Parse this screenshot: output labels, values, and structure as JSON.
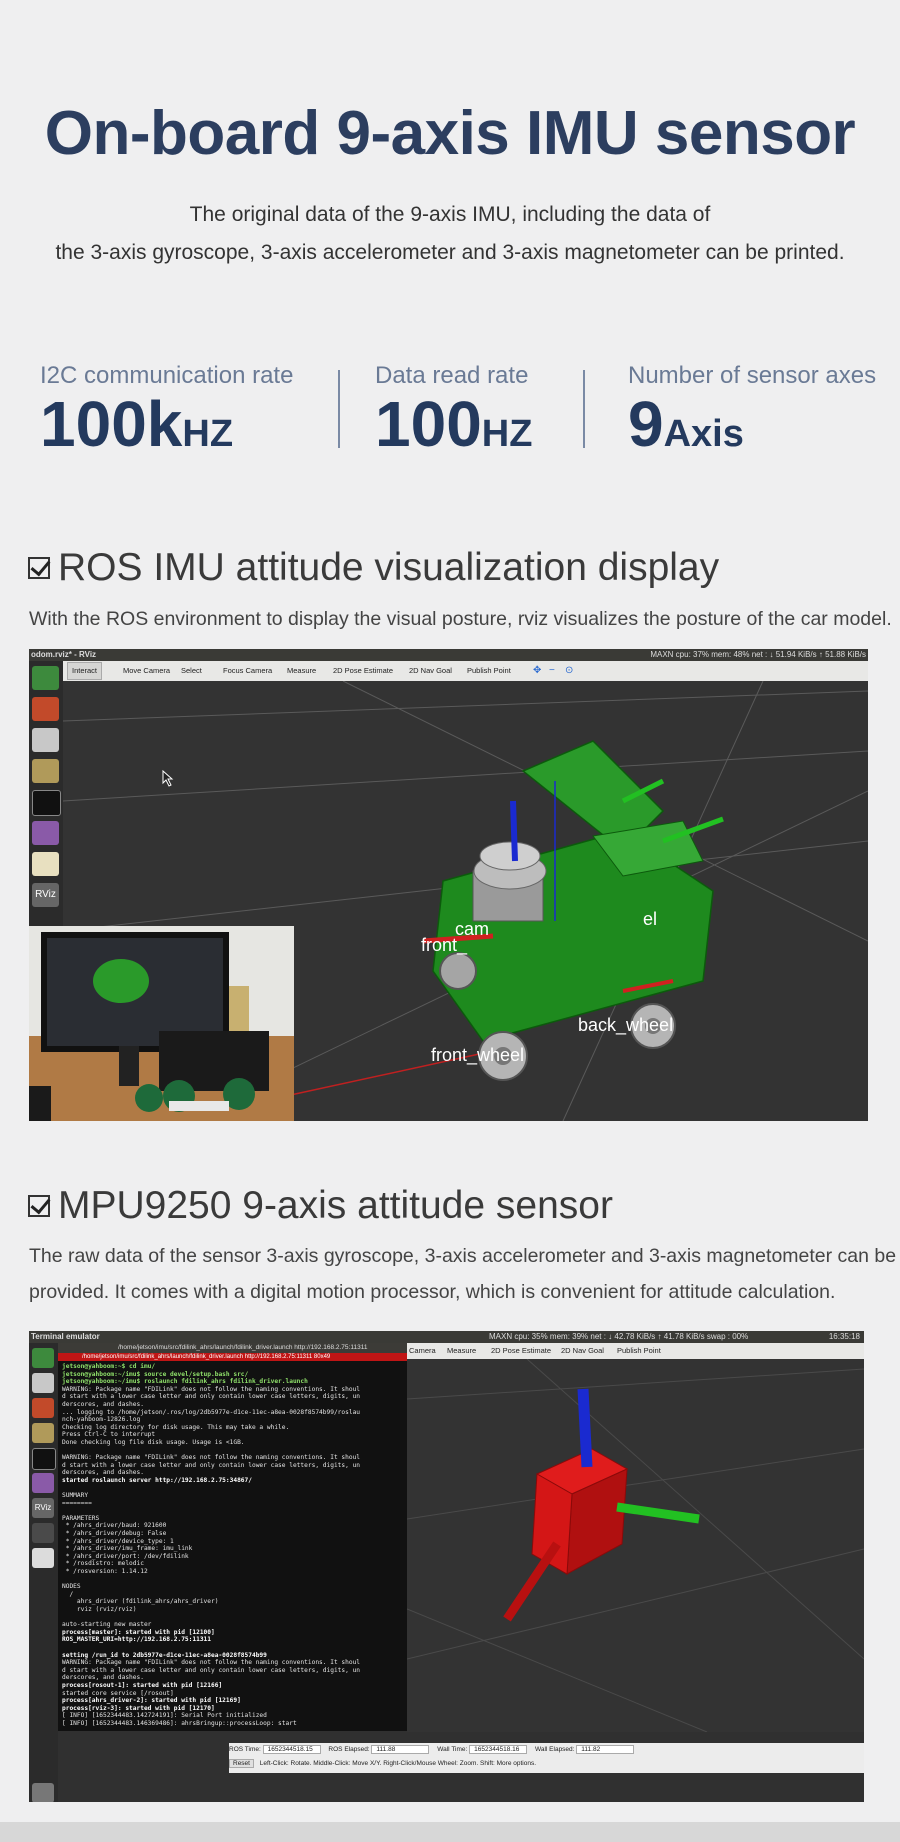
{
  "header": {
    "title": "On-board 9-axis IMU sensor",
    "subtitle_line1": "The original data of the 9-axis IMU, including the data of",
    "subtitle_line2": "the 3-axis gyroscope, 3-axis accelerometer and 3-axis magnetometer can be printed."
  },
  "stats": [
    {
      "label": "I2C communication rate",
      "value": "100k",
      "unit": "HZ"
    },
    {
      "label": "Data read rate",
      "value": "100",
      "unit": "HZ"
    },
    {
      "label": "Number of sensor axes",
      "value": "9",
      "unit": "Axis"
    }
  ],
  "section1": {
    "heading": "ROS IMU attitude visualization display",
    "text": "With the ROS environment to display the visual posture, rviz visualizes the posture of the car model."
  },
  "section2": {
    "heading": "MPU9250 9-axis attitude sensor",
    "text_line1": "The raw data of the sensor 3-axis gyroscope, 3-axis accelerometer and 3-axis magnetometer can be",
    "text_line2": "provided. It comes with a digital motion processor, which is convenient for attitude calculation."
  },
  "rviz1": {
    "window_title": "odom.rviz* - RViz",
    "status": "MAXN   cpu: 37% mem: 48% net : ↓ 51.94 KiB/s ↑ 51.88 KiB/s",
    "tools": [
      "Interact",
      "Move Camera",
      "Select",
      "Focus Camera",
      "Measure",
      "2D Pose Estimate",
      "2D Nav Goal",
      "Publish Point"
    ],
    "frame_labels": [
      "front_",
      "front_wheel",
      "back_wheel",
      "cam",
      "el"
    ]
  },
  "rviz2": {
    "window_title": "Terminal emulator",
    "term_path": "/home/jetson/imu/src/fdilink_ahrs/launch/fdilink_driver.launch http://192.168.2.75:11311",
    "term_tab": "/home/jetson/imu/src/fdilink_ahrs/launch/fdilink_driver.launch http://192.168.2.75:11311 80x49",
    "status": "MAXN  cpu: 35% mem: 39% net : ↓ 42.78 KiB/s ↑ 41.78 KiB/s  swap : 00%",
    "clock": "16:35:18",
    "tools": [
      "Camera",
      "Measure",
      "2D Pose Estimate",
      "2D Nav Goal",
      "Publish Point"
    ],
    "ros_time_label": "ROS Time:",
    "ros_time": "1652344518.15",
    "ros_elapsed_label": "ROS Elapsed:",
    "ros_elapsed": "111.88",
    "wall_time_label": "Wall Time:",
    "wall_time": "1652344518.16",
    "wall_elapsed_label": "Wall Elapsed:",
    "wall_elapsed": "111.82",
    "reset_label": "Reset",
    "hint": "Left-Click: Rotate. Middle-Click: Move X/Y. Right-Click/Mouse Wheel: Zoom. Shift: More options.",
    "terminal_lines": [
      "jetson@yahboom:~$ cd imu/",
      "jetson@yahboom:~/imu$ source devel/setup.bash src/",
      "jetson@yahboom:~/imu$ roslaunch fdilink_ahrs fdilink_driver.launch",
      "WARNING: Package name \"FDILink\" does not follow the naming conventions. It shoul",
      "d start with a lower case letter and only contain lower case letters, digits, un",
      "derscores, and dashes.",
      "... logging to /home/jetson/.ros/log/2db5977e-d1ce-11ec-a8ea-0028f8574b99/roslau",
      "nch-yahboom-12826.log",
      "Checking log directory for disk usage. This may take a while.",
      "Press Ctrl-C to interrupt",
      "Done checking log file disk usage. Usage is <1GB.",
      "",
      "WARNING: Package name \"FDILink\" does not follow the naming conventions. It shoul",
      "d start with a lower case letter and only contain lower case letters, digits, un",
      "derscores, and dashes.",
      "started roslaunch server http://192.168.2.75:34867/",
      "",
      "SUMMARY",
      "========",
      "",
      "PARAMETERS",
      " * /ahrs_driver/baud: 921600",
      " * /ahrs_driver/debug: False",
      " * /ahrs_driver/device_type: 1",
      " * /ahrs_driver/imu_frame: imu_link",
      " * /ahrs_driver/port: /dev/fdilink",
      " * /rosdistro: melodic",
      " * /rosversion: 1.14.12",
      "",
      "NODES",
      "  /",
      "    ahrs_driver (fdilink_ahrs/ahrs_driver)",
      "    rviz (rviz/rviz)",
      "",
      "auto-starting new master",
      "process[master]: started with pid [12100]",
      "ROS_MASTER_URI=http://192.168.2.75:11311",
      "",
      "setting /run_id to 2db5977e-d1ce-11ec-a8ea-0028f8574b99",
      "WARNING: Package name \"FDILink\" does not follow the naming conventions. It shoul",
      "d start with a lower case letter and only contain lower case letters, digits, un",
      "derscores, and dashes.",
      "process[rosout-1]: started with pid [12166]",
      "started core service [/rosout]",
      "process[ahrs_driver-2]: started with pid [12169]",
      "process[rviz-3]: started with pid [12170]",
      "[ INFO] [1652344483.142724191]: Serial Port initialized",
      "[ INFO] [1652344483.146369486]: ahrsBringup::processLoop: start"
    ]
  },
  "colors": {
    "title": "#2c3e5f",
    "stat_value": "#243a5e",
    "stat_label": "#6a7a95",
    "background": "#efeff0",
    "robot_green": "#1e8a1e",
    "cube_red": "#d01010"
  }
}
